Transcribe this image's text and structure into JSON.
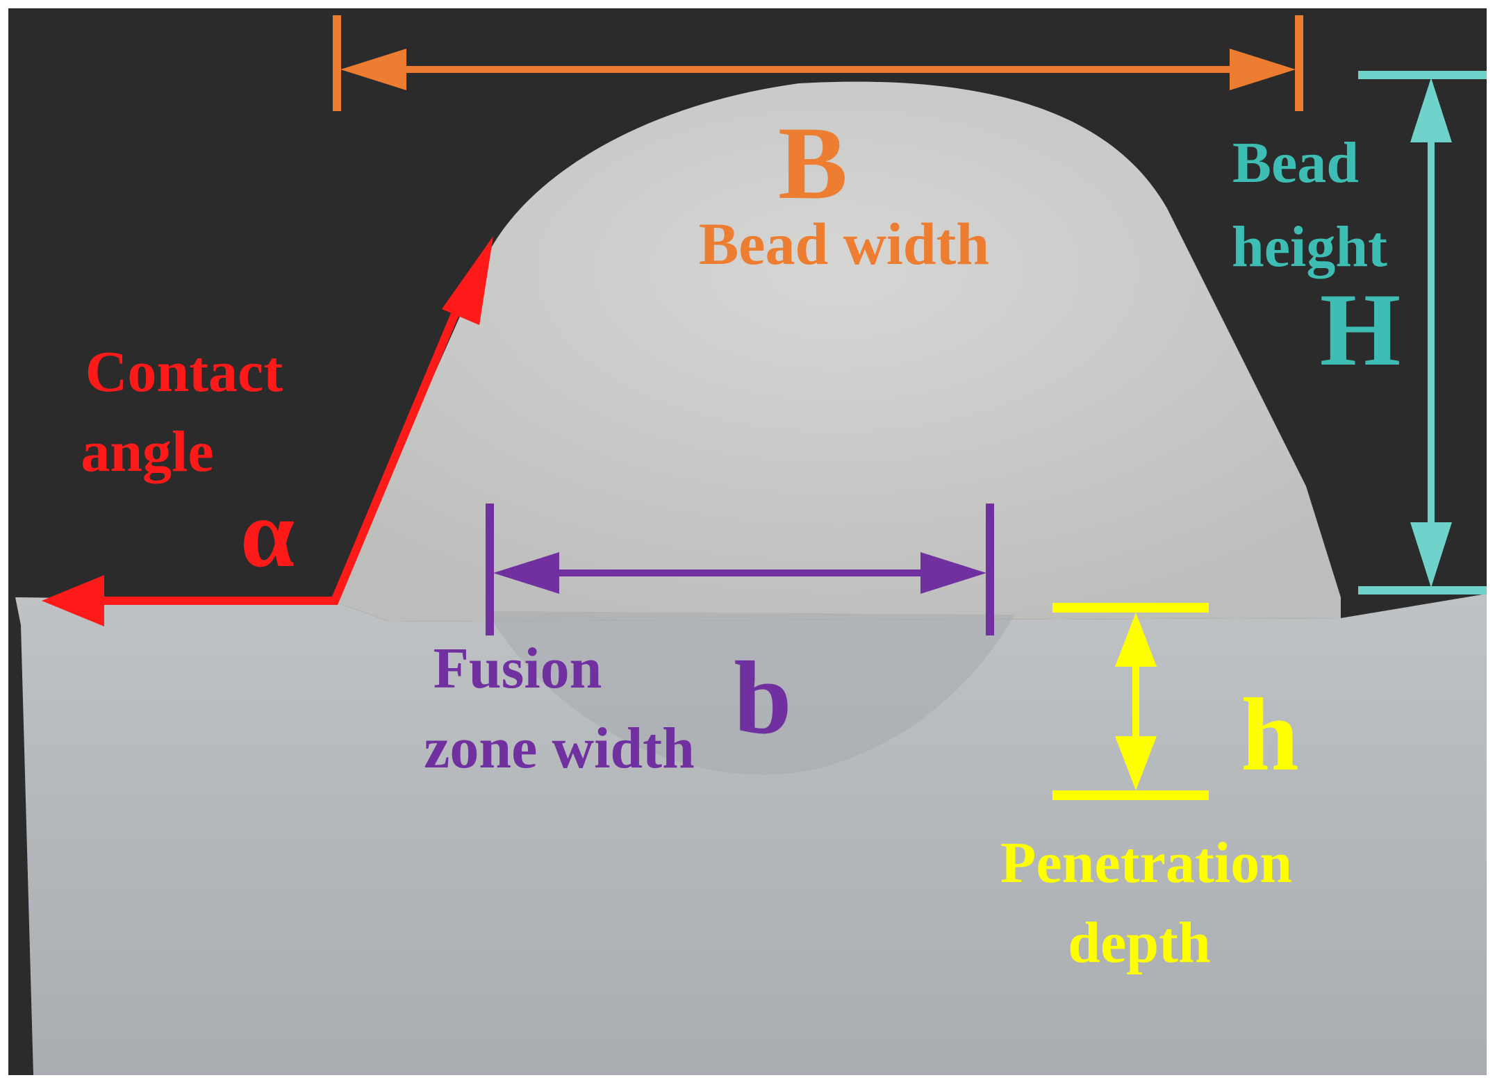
{
  "colors": {
    "background_dark": "#2b2b2b",
    "substrate": "#b4b8bc",
    "bead": "#c9c9c7",
    "contact_angle": "#ff1a1a",
    "bead_width": "#ed7d31",
    "bead_height": "#6fd3cb",
    "fusion_zone": "#7030a0",
    "penetration": "#ffff00"
  },
  "labels": {
    "contact_angle_line1": "Contact",
    "contact_angle_line2": "angle",
    "contact_angle_symbol": "α",
    "bead_width_symbol": "B",
    "bead_width_text": "Bead width",
    "bead_height_line1": "Bead",
    "bead_height_line2": "height",
    "bead_height_symbol": "H",
    "fusion_line1": "Fusion",
    "fusion_line2": "zone width",
    "fusion_symbol": "b",
    "penetration_symbol": "h",
    "penetration_line1": "Penetration",
    "penetration_line2": "depth"
  }
}
